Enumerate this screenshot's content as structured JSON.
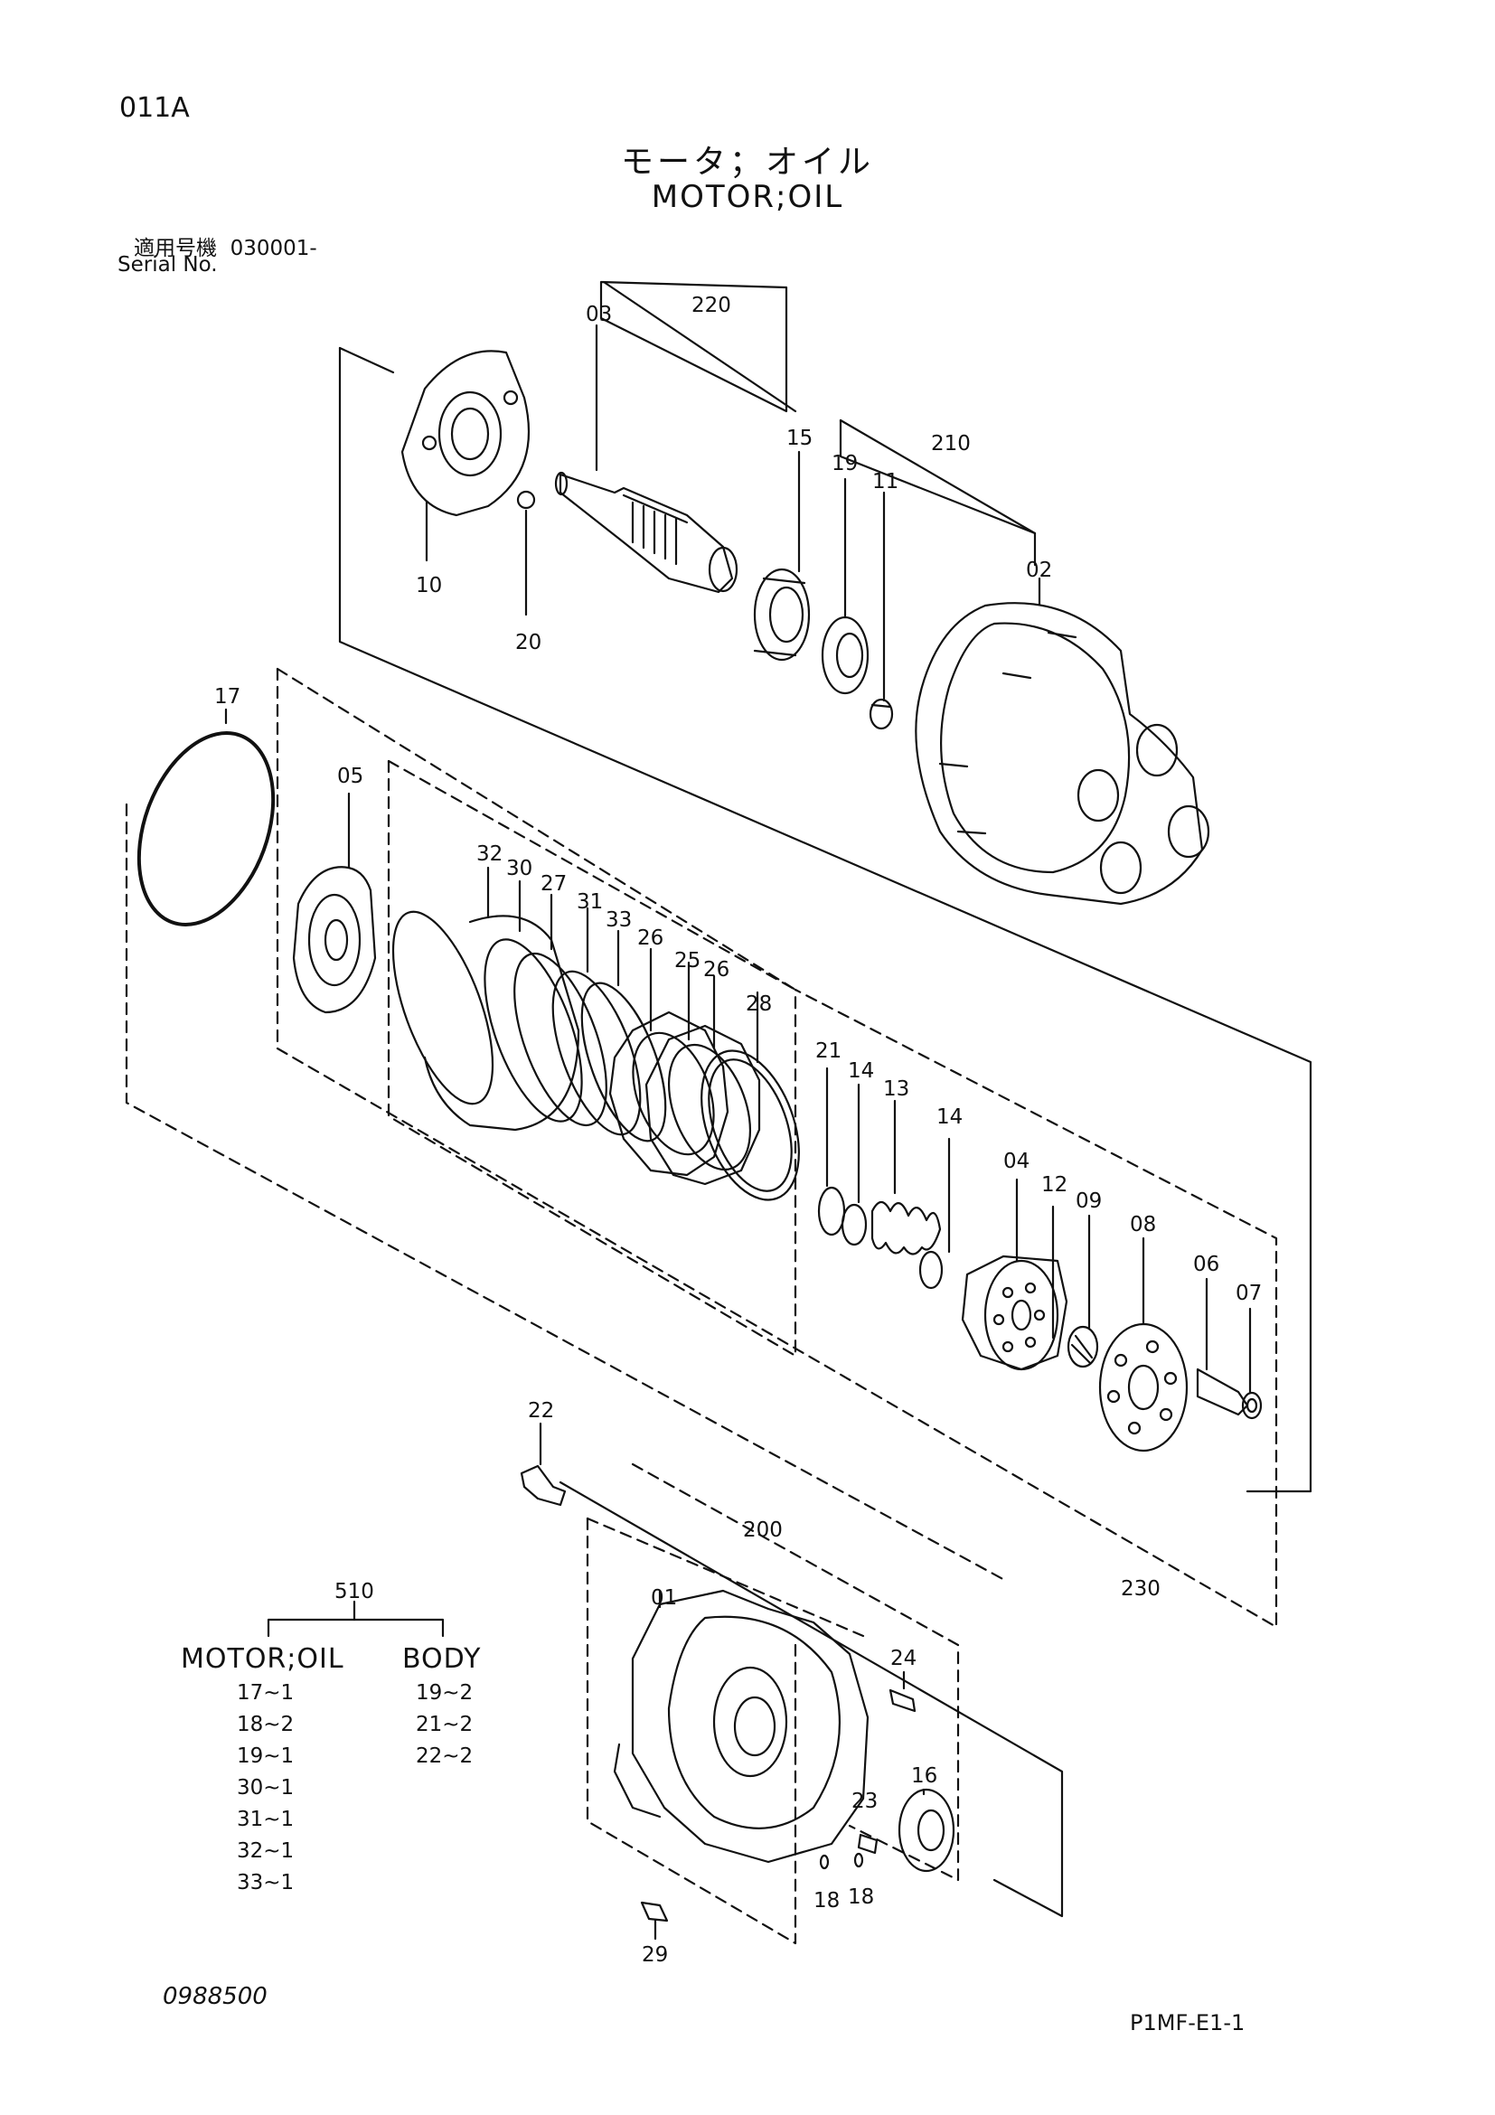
{
  "header": {
    "page_code": "011A",
    "title_japanese": "モータ；オイル",
    "title_english": "MOTOR;OIL",
    "serial_label_japanese": "適用号機",
    "serial_number": "030001-",
    "serial_label_english": "Serial No."
  },
  "callouts": {
    "c01": "01",
    "c02": "02",
    "c03": "03",
    "c04": "04",
    "c05": "05",
    "c06": "06",
    "c07": "07",
    "c08": "08",
    "c09": "09",
    "c10": "10",
    "c11": "11",
    "c12": "12",
    "c13": "13",
    "c14a": "14",
    "c14b": "14",
    "c15": "15",
    "c16": "16",
    "c17": "17",
    "c18a": "18",
    "c18b": "18",
    "c19": "19",
    "c20": "20",
    "c21": "21",
    "c22": "22",
    "c23": "23",
    "c24": "24",
    "c25": "25",
    "c26a": "26",
    "c26b": "26",
    "c27": "27",
    "c28": "28",
    "c29": "29",
    "c30": "30",
    "c31": "31",
    "c32": "32",
    "c33": "33",
    "c200": "200",
    "c210": "210",
    "c220": "220",
    "c230": "230"
  },
  "kit_table": {
    "code": "510",
    "col1_title": "MOTOR;OIL",
    "col2_title": "BODY",
    "col1_items": [
      "17~1",
      "18~2",
      "19~1",
      "30~1",
      "31~1",
      "32~1",
      "33~1"
    ],
    "col2_items": [
      "19~2",
      "21~2",
      "22~2"
    ]
  },
  "footer": {
    "doc_number": "0988500",
    "sheet_code": "P1MF-E1-1"
  }
}
